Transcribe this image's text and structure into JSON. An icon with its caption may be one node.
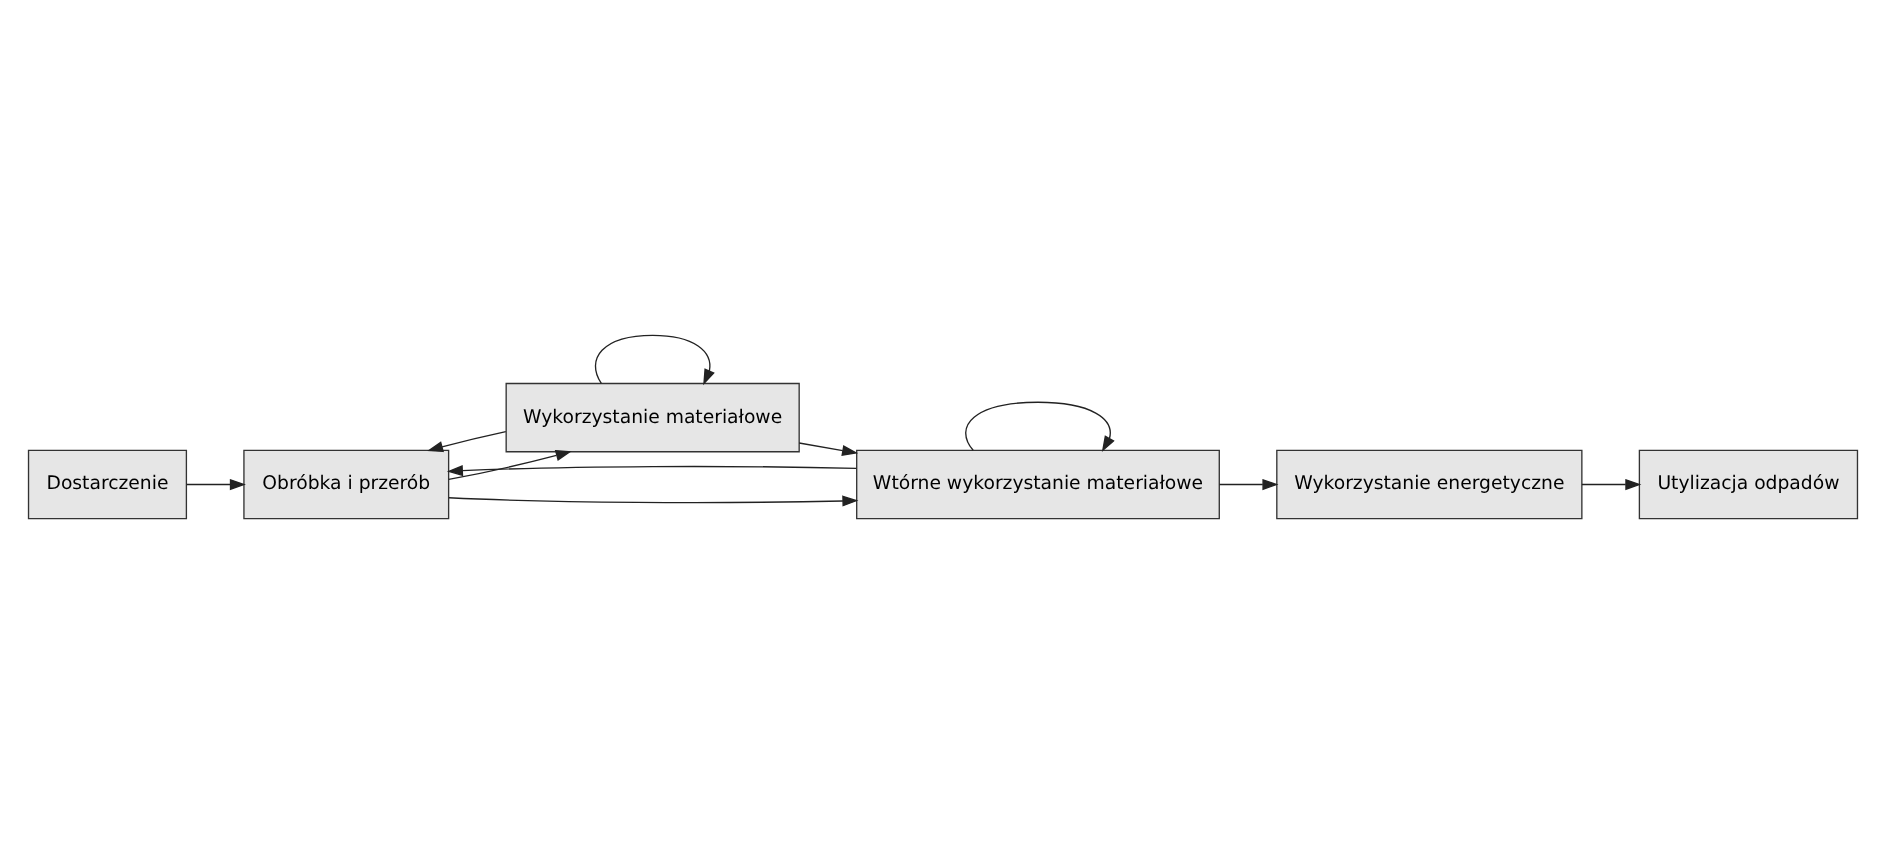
{
  "diagram": {
    "nodes": [
      {
        "text": [
          "Dostarczenie"
        ]
      },
      {
        "text": [
          "Obróbka i przerób"
        ]
      },
      {
        "text": [
          "Wykorzystanie materiałowe"
        ]
      },
      {
        "text": [
          "Wtórne wykorzystanie materiałowe"
        ]
      },
      {
        "text": [
          "Wykorzystanie energetyczne"
        ]
      },
      {
        "text": [
          "Utylizacja odpadów"
        ]
      }
    ],
    "edges": [
      {
        "from": 0,
        "to": 1,
        "arrow": "to"
      },
      {
        "from": 1,
        "to": 2,
        "arrow": "to"
      },
      {
        "from": 2,
        "to": 3,
        "arrow": "to"
      },
      {
        "from": 1,
        "to": 3,
        "arrow": "to"
      },
      {
        "from": 3,
        "to": 4,
        "arrow": "to"
      },
      {
        "from": 4,
        "to": 5,
        "arrow": "to"
      },
      {
        "from": 2,
        "to": 2,
        "arrow": "to"
      },
      {
        "from": 3,
        "to": 3,
        "arrow": "to"
      },
      {
        "from": 2,
        "to": 1,
        "arrow": "to"
      },
      {
        "from": 3,
        "to": 1,
        "arrow": "to"
      }
    ]
  }
}
